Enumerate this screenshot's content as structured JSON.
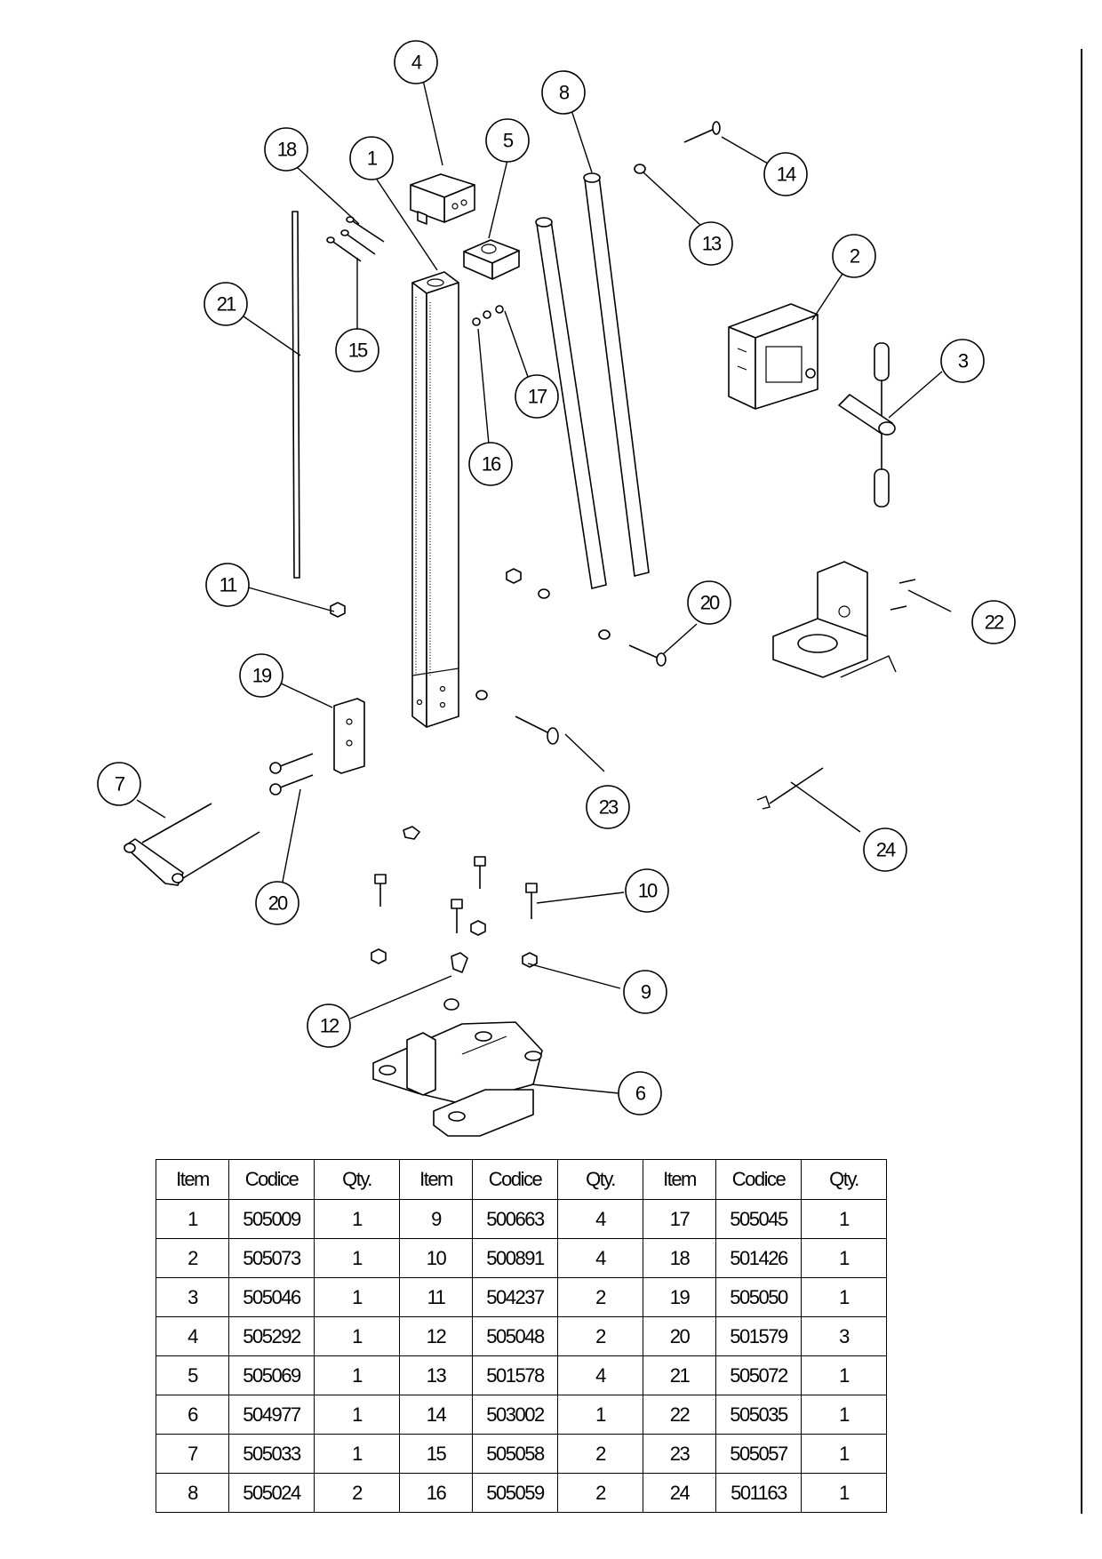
{
  "callouts": [
    "1",
    "2",
    "3",
    "4",
    "5",
    "6",
    "7",
    "8",
    "9",
    "10",
    "11",
    "12",
    "13",
    "14",
    "15",
    "16",
    "17",
    "18",
    "19",
    "20",
    "20",
    "21",
    "22",
    "23",
    "24"
  ],
  "bom": {
    "headers": [
      "Item",
      "Codice",
      "Qty.",
      "Item",
      "Codice",
      "Qty.",
      "Item",
      "Codice",
      "Qty."
    ],
    "rows": [
      [
        "1",
        "505009",
        "1",
        "9",
        "500663",
        "4",
        "17",
        "505045",
        "1"
      ],
      [
        "2",
        "505073",
        "1",
        "10",
        "500891",
        "4",
        "18",
        "501426",
        "1"
      ],
      [
        "3",
        "505046",
        "1",
        "11",
        "504237",
        "2",
        "19",
        "505050",
        "1"
      ],
      [
        "4",
        "505292",
        "1",
        "12",
        "505048",
        "2",
        "20",
        "501579",
        "3"
      ],
      [
        "5",
        "505069",
        "1",
        "13",
        "501578",
        "4",
        "21",
        "505072",
        "1"
      ],
      [
        "6",
        "504977",
        "1",
        "14",
        "503002",
        "1",
        "22",
        "505035",
        "1"
      ],
      [
        "7",
        "505033",
        "1",
        "15",
        "505058",
        "2",
        "23",
        "505057",
        "1"
      ],
      [
        "8",
        "505024",
        "2",
        "16",
        "505059",
        "2",
        "24",
        "501163",
        "1"
      ]
    ]
  }
}
